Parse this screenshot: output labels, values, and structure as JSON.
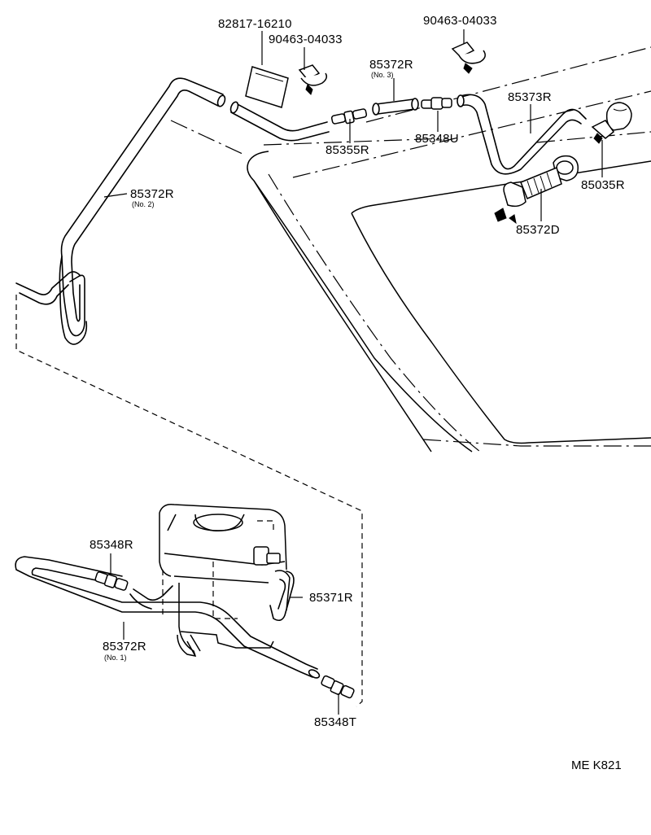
{
  "labels": {
    "p82817": "82817-16210",
    "p90463_left": "90463-04033",
    "p90463_right": "90463-04033",
    "p85372R_no3": "85372R",
    "p85372R_no3_sub": "(No. 3)",
    "p85373R": "85373R",
    "p85355R": "85355R",
    "p85348U": "85348U",
    "p85035R": "85035R",
    "p85372D": "85372D",
    "p85372R_no2": "85372R",
    "p85372R_no2_sub": "(No. 2)",
    "p85348R": "85348R",
    "p85371R": "85371R",
    "p85372R_no1": "85372R",
    "p85372R_no1_sub": "(No. 1)",
    "p85348T": "85348T"
  },
  "figure_code": "ME K821"
}
